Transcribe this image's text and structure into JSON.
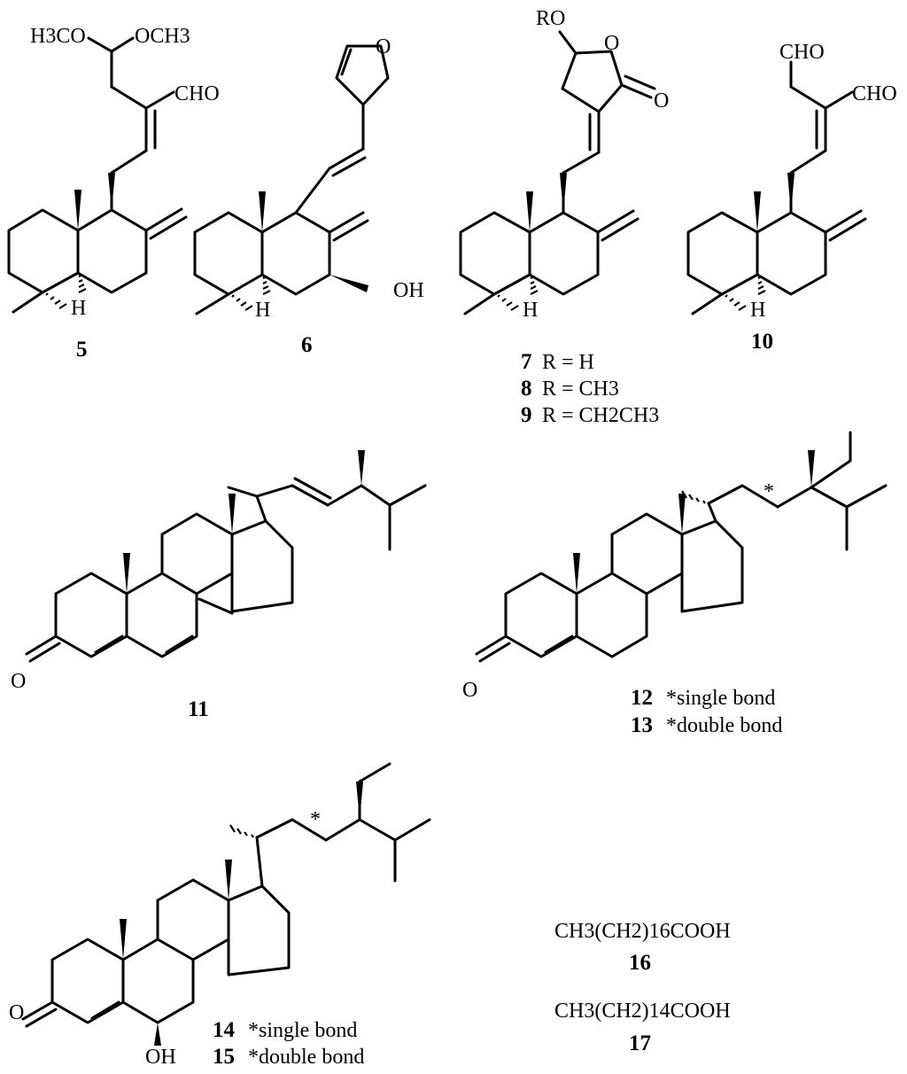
{
  "compounds": {
    "c5": {
      "number": "5",
      "labels": {
        "h3co": "H3CO",
        "och3": "OCH3",
        "cho": "CHO",
        "h": "H"
      }
    },
    "c6": {
      "number": "6",
      "labels": {
        "o": "O",
        "oh": "OH",
        "h": "H"
      }
    },
    "c7": {
      "number": "7",
      "labels": {
        "ro": "RO",
        "o_ring": "O",
        "o_keto": "O",
        "h": "H"
      }
    },
    "c10": {
      "number": "10",
      "labels": {
        "cho_top": "CHO",
        "cho": "CHO",
        "h": "H"
      }
    },
    "c11": {
      "number": "11",
      "labels": {
        "o": "O"
      }
    },
    "c12": {
      "number": "12",
      "labels": {
        "o": "O",
        "star": "*"
      }
    },
    "c14": {
      "number": "14",
      "labels": {
        "o": "O",
        "oh": "OH",
        "star": "*"
      }
    }
  },
  "r_groups": [
    {
      "number": "7",
      "text": "R = H"
    },
    {
      "number": "8",
      "text": "R = CH3"
    },
    {
      "number": "9",
      "text": "R = CH2CH3"
    }
  ],
  "bond_notes": [
    {
      "number": "12",
      "text": "*single bond"
    },
    {
      "number": "13",
      "text": "*double bond"
    },
    {
      "number": "14",
      "text": "*single bond"
    },
    {
      "number": "15",
      "text": "*double bond"
    }
  ],
  "acids": [
    {
      "number": "16",
      "formula": "CH3(CH2)16COOH"
    },
    {
      "number": "17",
      "formula": "CH3(CH2)14COOH"
    }
  ]
}
